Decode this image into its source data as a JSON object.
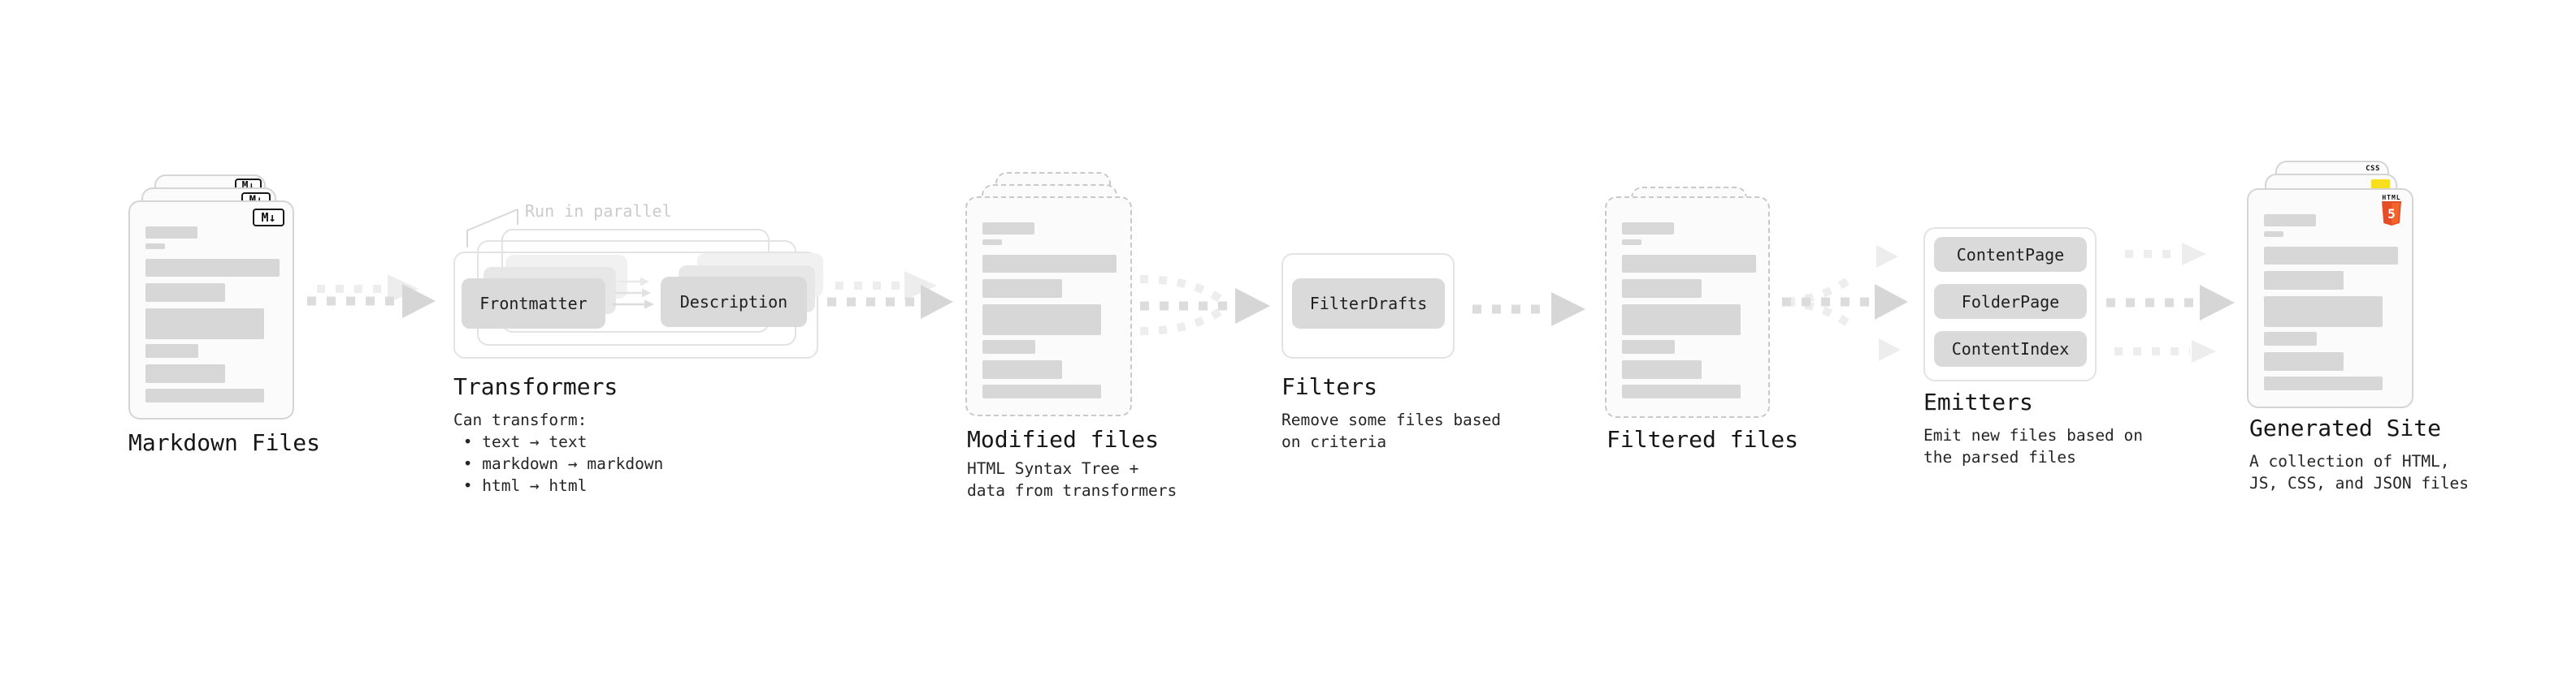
{
  "stages": [
    {
      "id": "markdown-files",
      "title": "Markdown Files"
    },
    {
      "id": "transformers",
      "title": "Transformers",
      "annotation": "Run in parallel",
      "pills": [
        "Frontmatter",
        "Description"
      ],
      "description": "Can transform:\n • text → text\n • markdown → markdown\n • html → html"
    },
    {
      "id": "modified-files",
      "title": "Modified files",
      "description": "HTML Syntax Tree +\ndata from transformers"
    },
    {
      "id": "filters",
      "title": "Filters",
      "pills": [
        "FilterDrafts"
      ],
      "description": "Remove some files based\non criteria"
    },
    {
      "id": "filtered-files",
      "title": "Filtered files"
    },
    {
      "id": "emitters",
      "title": "Emitters",
      "pills": [
        "ContentPage",
        "FolderPage",
        "ContentIndex"
      ],
      "description": "Emit new files based on\nthe parsed files"
    },
    {
      "id": "generated-site",
      "title": "Generated Site",
      "description": "A collection of HTML,\nJS, CSS, and JSON files"
    }
  ],
  "badges": {
    "markdown": "M↓",
    "html5_label": "HTML",
    "html5_number": "5",
    "css": "CSS"
  },
  "colors": {
    "html5_orange": "#e44d26",
    "html5_orange_light": "#f16529",
    "js_yellow": "#f7df1e",
    "css_blue": "#2e62e8",
    "arrow_dark": "#dcdcdc",
    "arrow_light": "#ededed"
  }
}
